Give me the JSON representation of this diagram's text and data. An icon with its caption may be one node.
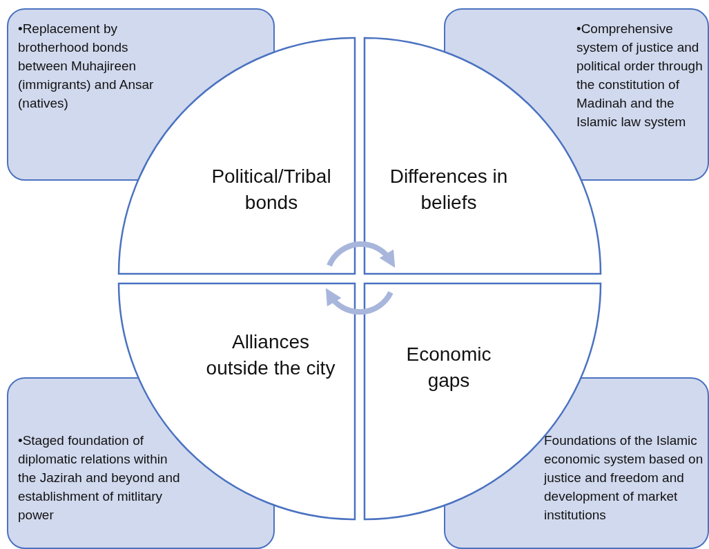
{
  "diagram": {
    "nodes": [
      {
        "text": [
          "•Replacement by brotherhood bonds between Muhajireen (immigrants) and Ansar (natives)"
        ]
      },
      {
        "text": [
          "•Comprehensive system of justice and political order through the constitution of Madinah and the Islamic law system"
        ]
      },
      {
        "text": [
          "•Staged foundation of diplomatic relations within the Jazirah and beyond and establishment of mitlitary power"
        ]
      },
      {
        "text": [
          "Foundations of the Islamic economic system based on justice and freedom and development of market institutions"
        ]
      },
      {
        "text": [
          "Political/Tribal bonds"
        ]
      },
      {
        "text": [
          "Differences in beliefs"
        ]
      },
      {
        "text": [
          "Alliances outside the city"
        ]
      },
      {
        "text": [
          "Economic gaps"
        ]
      }
    ],
    "edges": [
      {
        "from": 4,
        "to": 5,
        "arrow": "to"
      },
      {
        "from": 7,
        "to": 6,
        "arrow": "to"
      }
    ]
  }
}
